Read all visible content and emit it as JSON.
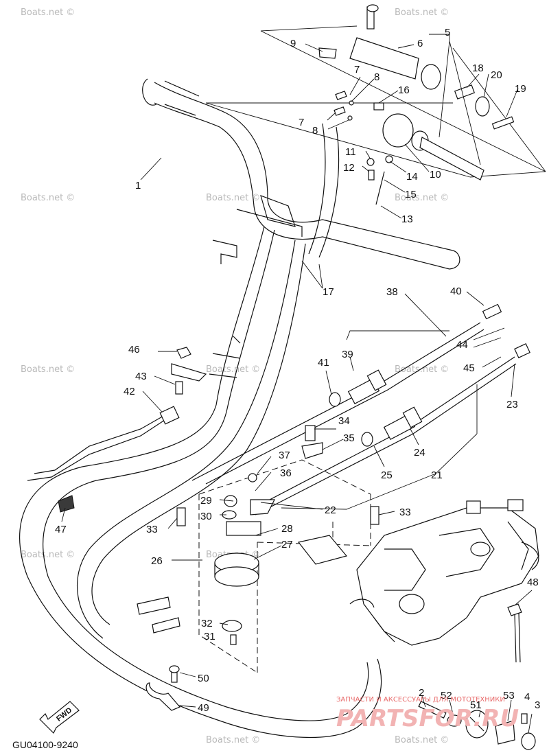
{
  "diagram": {
    "code": "GU04100-9240",
    "fwd_label": "FWD",
    "watermark": "Boats.net ©",
    "brand_caption": "ЗАПЧАСТИ И АКСЕССУАРЫ ДЛЯ МОТОТЕХНИКИ",
    "brand_logo": "PARTSFOR.RU",
    "callouts": [
      "1",
      "2",
      "3",
      "4",
      "5",
      "6",
      "7",
      "7",
      "8",
      "8",
      "9",
      "10",
      "11",
      "12",
      "13",
      "14",
      "15",
      "16",
      "17",
      "18",
      "19",
      "20",
      "21",
      "22",
      "23",
      "24",
      "25",
      "26",
      "27",
      "28",
      "29",
      "30",
      "31",
      "32",
      "33",
      "33",
      "34",
      "35",
      "36",
      "37",
      "38",
      "39",
      "40",
      "41",
      "42",
      "43",
      "44",
      "45",
      "46",
      "47",
      "48",
      "49",
      "50",
      "51",
      "52",
      "53"
    ]
  }
}
